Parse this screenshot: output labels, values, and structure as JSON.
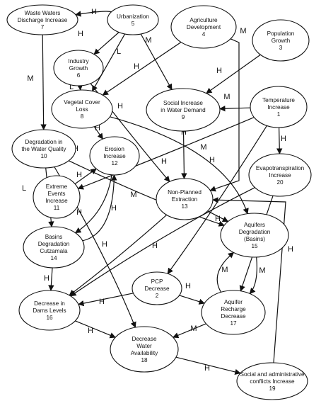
{
  "nodes": [
    {
      "id": "n7",
      "lines": [
        "Waste Waters",
        "Discharge Increase",
        "7"
      ]
    },
    {
      "id": "n5",
      "lines": [
        "Urbanization",
        "5"
      ]
    },
    {
      "id": "n4",
      "lines": [
        "Agriculture",
        "Development",
        "4"
      ]
    },
    {
      "id": "n3",
      "lines": [
        "Population",
        "Growth",
        "3"
      ]
    },
    {
      "id": "n6",
      "lines": [
        "Industry",
        "Growth",
        "6"
      ]
    },
    {
      "id": "n8",
      "lines": [
        "Vegetal Cover",
        "Loss",
        "8"
      ]
    },
    {
      "id": "n9",
      "lines": [
        "Social Increase",
        "in Water Demand",
        "9"
      ]
    },
    {
      "id": "n1",
      "lines": [
        "Temperature",
        "Increase",
        "1"
      ]
    },
    {
      "id": "n10",
      "lines": [
        "Degradation in",
        "the Water Quality",
        "10"
      ]
    },
    {
      "id": "n12",
      "lines": [
        "Erosion",
        "Increase",
        "12"
      ]
    },
    {
      "id": "n20",
      "lines": [
        "Evapotranspiration",
        "Increase",
        "20"
      ]
    },
    {
      "id": "n11",
      "lines": [
        "Extreme",
        "Events",
        "Increase",
        "11"
      ]
    },
    {
      "id": "n13",
      "lines": [
        "Non-Planned",
        "Extraction",
        "13"
      ]
    },
    {
      "id": "n14",
      "lines": [
        "Basins",
        "Degradation",
        "Cutzamala",
        "14"
      ]
    },
    {
      "id": "n15",
      "lines": [
        "Aquifers",
        "Degradation",
        "(Basins)",
        "15"
      ]
    },
    {
      "id": "n2",
      "lines": [
        "PCP",
        "Decrease",
        "2"
      ]
    },
    {
      "id": "n16",
      "lines": [
        "Decrease in",
        "Dams Levels",
        "16"
      ]
    },
    {
      "id": "n17",
      "lines": [
        "Aquifer",
        "Recharge",
        "Decrease",
        "17"
      ]
    },
    {
      "id": "n18",
      "lines": [
        "Decrease",
        "Water",
        "Availability",
        "18"
      ]
    },
    {
      "id": "n19",
      "lines": [
        "Social and administrative",
        "conflicts Increase",
        "19"
      ]
    }
  ],
  "edges": [
    {
      "from": "n5",
      "to": "n7",
      "label": "H"
    },
    {
      "from": "n5",
      "to": "n6",
      "label": "H"
    },
    {
      "from": "n5",
      "to": "n8",
      "label": "L"
    },
    {
      "from": "n5",
      "to": "n9",
      "label": "M"
    },
    {
      "from": "n4",
      "to": "n8",
      "label": "H"
    },
    {
      "from": "n4",
      "to": "n13",
      "label": "M"
    },
    {
      "from": "n3",
      "to": "n9",
      "label": "H"
    },
    {
      "from": "n6",
      "to": "n8",
      "label": "L"
    },
    {
      "from": "n6",
      "to": "n13",
      "label": "H"
    },
    {
      "from": "n7",
      "to": "n10",
      "label": "M"
    },
    {
      "from": "n1",
      "to": "n9",
      "label": "M"
    },
    {
      "from": "n1",
      "to": "n20",
      "label": "H"
    },
    {
      "from": "n1",
      "to": "n11",
      "label": "H"
    },
    {
      "from": "n1",
      "to": "n2",
      "label": "H"
    },
    {
      "from": "n8",
      "to": "n12",
      "label": "H"
    },
    {
      "from": "n8",
      "to": "n15",
      "label": "M"
    },
    {
      "from": "n9",
      "to": "n13",
      "label": "H"
    },
    {
      "from": "n10",
      "to": "n14",
      "label": "L"
    },
    {
      "from": "n10",
      "to": "n15",
      "label": "M"
    },
    {
      "from": "n10",
      "to": "n18",
      "label": "H"
    },
    {
      "from": "n11",
      "to": "n12",
      "label": "H"
    },
    {
      "from": "n12",
      "to": "n14",
      "label": "H"
    },
    {
      "from": "n14",
      "to": "n12",
      "label": "H"
    },
    {
      "from": "n20",
      "to": "n16",
      "label": "H"
    },
    {
      "from": "n20",
      "to": "n17",
      "label": "H"
    },
    {
      "from": "n13",
      "to": "n15",
      "label": "H"
    },
    {
      "from": "n13",
      "to": "n16",
      "label": "H"
    },
    {
      "from": "n14",
      "to": "n16",
      "label": "H"
    },
    {
      "from": "n2",
      "to": "n16",
      "label": "H"
    },
    {
      "from": "n2",
      "to": "n17",
      "label": "H"
    },
    {
      "from": "n15",
      "to": "n17",
      "label": "M"
    },
    {
      "from": "n17",
      "to": "n15",
      "label": "M"
    },
    {
      "from": "n16",
      "to": "n18",
      "label": "H"
    },
    {
      "from": "n17",
      "to": "n18",
      "label": "M"
    },
    {
      "from": "n18",
      "to": "n19",
      "label": "H"
    },
    {
      "from": "n19",
      "to": "n13",
      "label": "H"
    }
  ]
}
